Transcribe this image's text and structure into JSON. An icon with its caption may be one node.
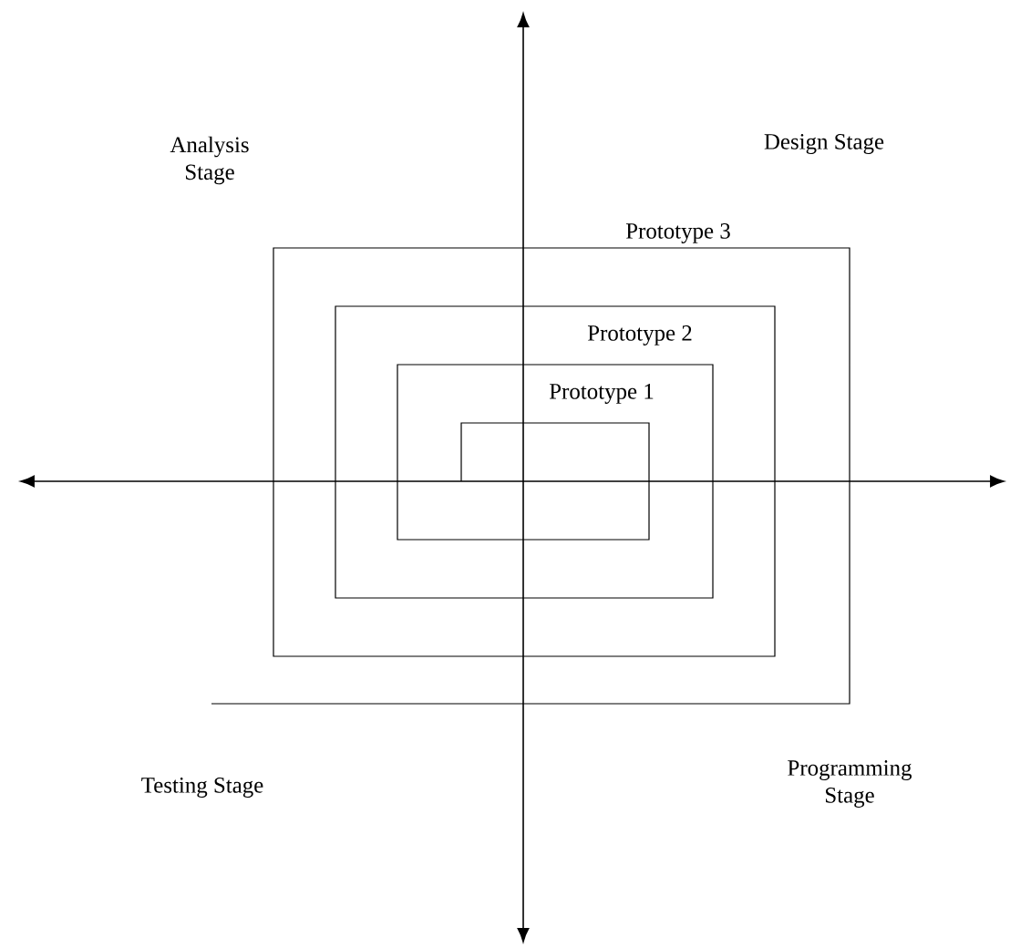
{
  "diagram": {
    "labels": [
      "Analysis Stage",
      "Design Stage",
      "Prototype 3",
      "Prototype 2",
      "Prototype 1",
      "Testing Stage",
      "Programming Stage"
    ]
  }
}
